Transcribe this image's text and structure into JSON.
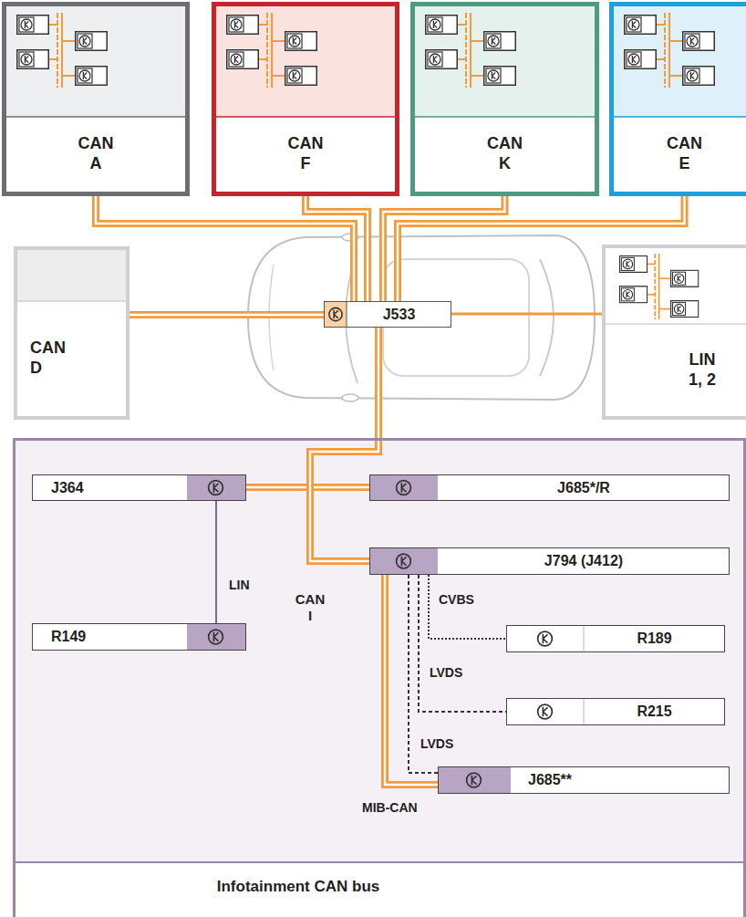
{
  "diagram": {
    "nodes": [
      {
        "text": [
          "CAN A"
        ]
      },
      {
        "text": [
          "CAN F"
        ]
      },
      {
        "text": [
          "CAN K"
        ]
      },
      {
        "text": [
          "CAN E"
        ]
      },
      {
        "text": [
          "CAN D"
        ]
      },
      {
        "text": [
          "J533"
        ]
      },
      {
        "text": [
          "LIN 1, 2"
        ]
      },
      {
        "text": [
          "Infotainment CAN bus"
        ]
      },
      {
        "text": [
          "J364"
        ],
        "in": 7
      },
      {
        "text": [
          "J685*/R"
        ],
        "in": 7
      },
      {
        "text": [
          "J794 (J412)"
        ],
        "in": 7
      },
      {
        "text": [
          "R149"
        ],
        "in": 7
      },
      {
        "text": [
          "R189"
        ],
        "in": 7
      },
      {
        "text": [
          "R215"
        ],
        "in": 7
      },
      {
        "text": [
          "J685**"
        ],
        "in": 7
      }
    ],
    "edges": [
      {
        "from": 0,
        "to": 5,
        "arrow": "none"
      },
      {
        "from": 1,
        "to": 5,
        "arrow": "none"
      },
      {
        "from": 2,
        "to": 5,
        "arrow": "none"
      },
      {
        "from": 3,
        "to": 5,
        "arrow": "none"
      },
      {
        "from": 4,
        "to": 5,
        "arrow": "none"
      },
      {
        "from": 5,
        "to": 6,
        "arrow": "none"
      },
      {
        "from": 5,
        "to": 8,
        "arrow": "none"
      },
      {
        "from": 5,
        "to": 9,
        "arrow": "none"
      },
      {
        "from": 5,
        "to": 10,
        "arrow": "none"
      },
      {
        "from": 8,
        "to": 11,
        "label": "LIN",
        "arrow": "none"
      },
      {
        "from": 10,
        "to": 12,
        "label": "CVBS",
        "arrow": "none"
      },
      {
        "from": 10,
        "to": 13,
        "label": "LVDS",
        "arrow": "none"
      },
      {
        "from": 10,
        "to": 14,
        "label": "LVDS",
        "arrow": "none"
      },
      {
        "from": 10,
        "to": 14,
        "label": "MIB-CAN",
        "arrow": "none"
      }
    ],
    "labels": [
      "CAN I"
    ]
  }
}
